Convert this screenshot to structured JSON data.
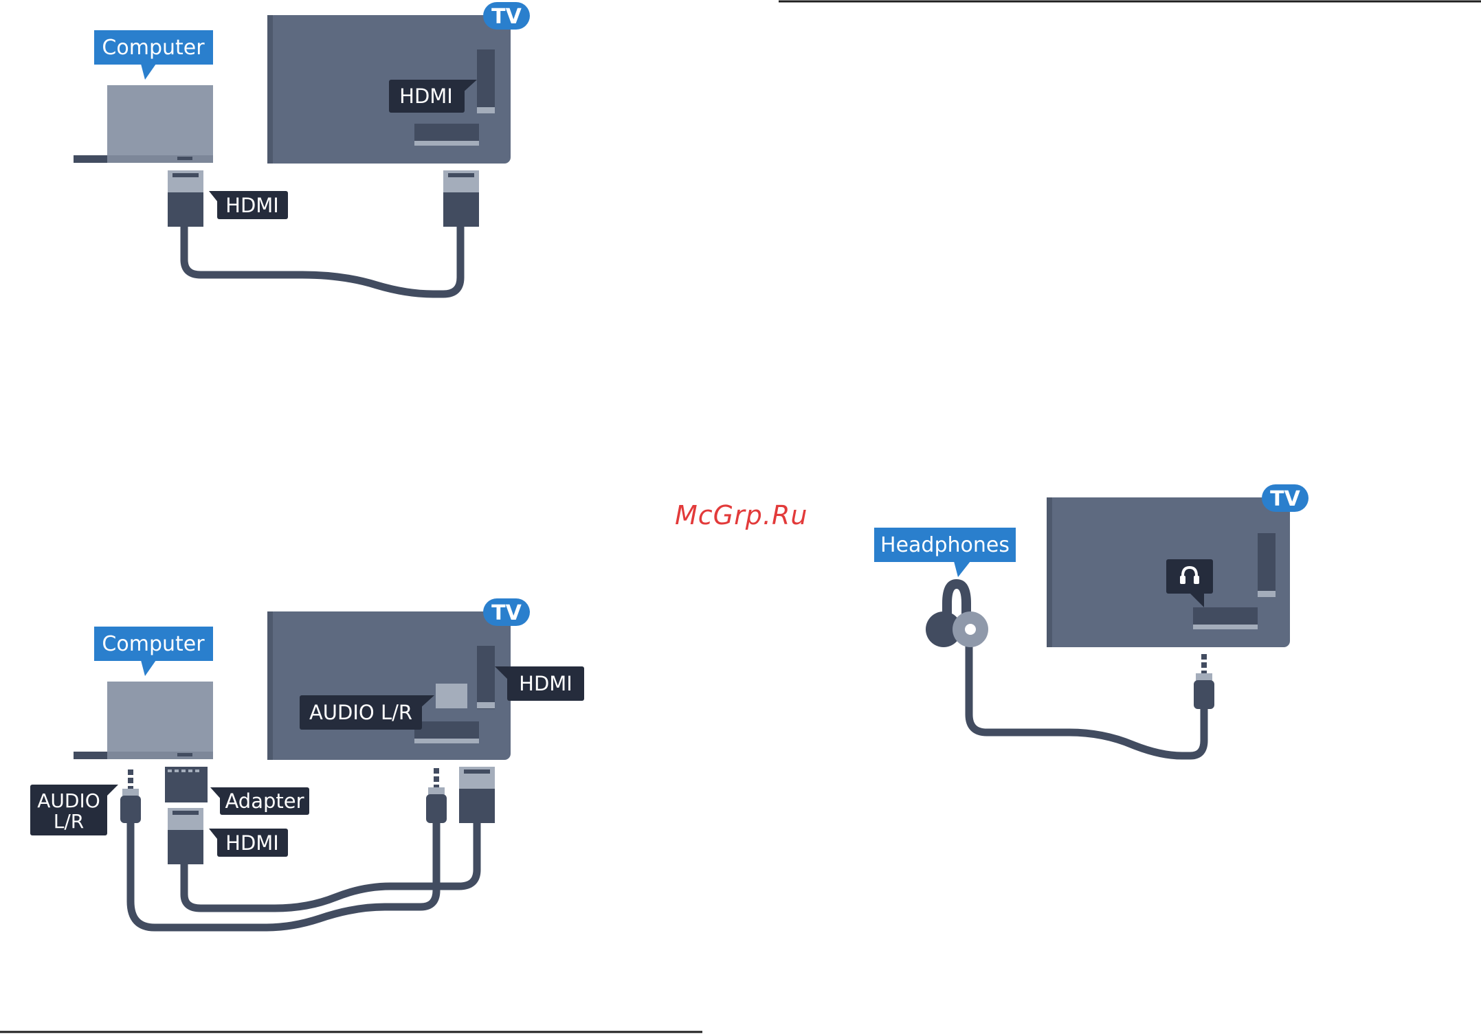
{
  "watermark": "McGrp.Ru",
  "colors": {
    "blue": "#2a7fcd",
    "tv_body": "#5e6a80",
    "laptop_screen": "#8f99aa",
    "dark_navy": "#252c3c",
    "cable": "#424c60",
    "pale_slot": "#a4adbb",
    "white": "#ffffff"
  },
  "diagram_hdmi": {
    "device_label": "Computer",
    "tv_badge": "TV",
    "tv_port_label": "HDMI",
    "cable_label": "HDMI"
  },
  "diagram_adapter": {
    "device_label": "Computer",
    "tv_badge": "TV",
    "tv_hdmi_label": "HDMI",
    "tv_audio_label": "AUDIO L/R",
    "audio_label_line1": "AUDIO",
    "audio_label_line2": "L/R",
    "adapter_label": "Adapter",
    "cable_label": "HDMI"
  },
  "diagram_headphones": {
    "device_label": "Headphones",
    "tv_badge": "TV",
    "port_icon": "headphones-icon"
  }
}
